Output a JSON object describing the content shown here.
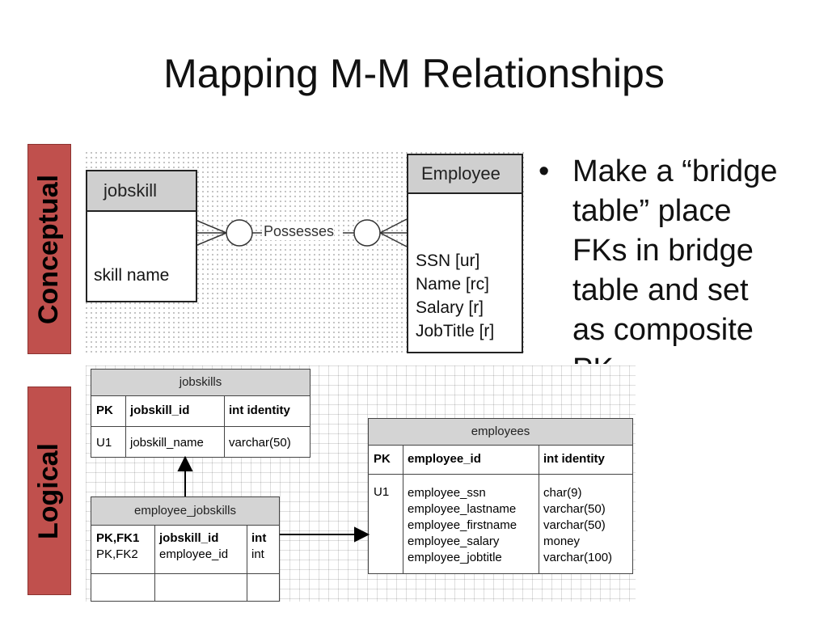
{
  "title": "Mapping M-M Relationships",
  "side_labels": {
    "conceptual": "Conceptual",
    "logical": "Logical"
  },
  "colors": {
    "side_label_bg": "#c0504d",
    "header_gray": "#cfcfcf"
  },
  "conceptual": {
    "entity_left": {
      "name": "jobskill",
      "attributes": [
        "skill name"
      ]
    },
    "entity_right": {
      "name": "Employee",
      "attributes": [
        "SSN [ur]",
        "Name [rc]",
        "Salary [r]",
        "JobTitle [r]"
      ]
    },
    "relationship": "Possesses"
  },
  "logical": {
    "jobskills": {
      "name": "jobskills",
      "rows": [
        {
          "key": "PK",
          "column": "jobskill_id",
          "type": "int identity"
        },
        {
          "key": "U1",
          "column": "jobskill_name",
          "type": "varchar(50)"
        }
      ]
    },
    "employee_jobskills": {
      "name": "employee_jobskills",
      "keys": [
        "PK,FK1",
        "PK,FK2"
      ],
      "columns": [
        "jobskill_id",
        "employee_id"
      ],
      "types": [
        "int",
        "int"
      ]
    },
    "employees": {
      "name": "employees",
      "pk": {
        "key": "PK",
        "column": "employee_id",
        "type": "int identity"
      },
      "key2": "U1",
      "columns": [
        "employee_ssn",
        "employee_lastname",
        "employee_firstname",
        "employee_salary",
        "employee_jobtitle"
      ],
      "types": [
        "char(9)",
        "varchar(50)",
        "varchar(50)",
        "money",
        "varchar(100)"
      ]
    }
  },
  "bullet": {
    "marker": "•",
    "lines": [
      "Make a “bridge",
      "table” place",
      "FKs in bridge",
      "table and set",
      "as composite",
      "PK"
    ]
  }
}
